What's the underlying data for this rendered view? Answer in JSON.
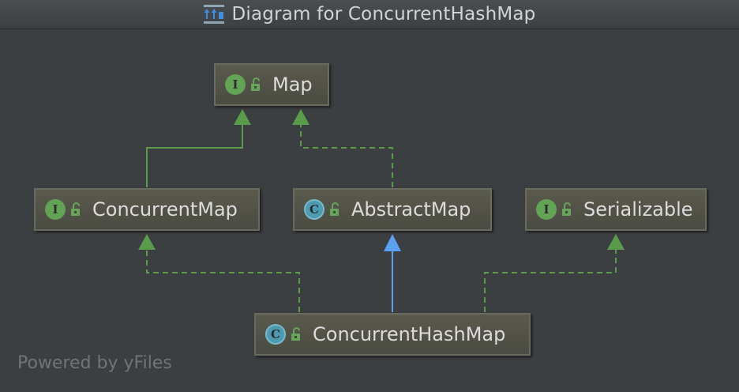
{
  "window": {
    "title": "Diagram for ConcurrentHashMap",
    "title_icon": "class-diagram-icon"
  },
  "diagram": {
    "nodes": {
      "map": {
        "kind": "I",
        "label": "Map"
      },
      "concurrent_map": {
        "kind": "I",
        "label": "ConcurrentMap"
      },
      "abstract_map": {
        "kind": "C",
        "label": "AbstractMap"
      },
      "serializable": {
        "kind": "I",
        "label": "Serializable"
      },
      "concurrent_hash_map": {
        "kind": "C",
        "label": "ConcurrentHashMap"
      }
    },
    "edges": [
      {
        "from": "ConcurrentMap",
        "to": "Map",
        "relation": "extends",
        "style": "solid-green"
      },
      {
        "from": "AbstractMap",
        "to": "Map",
        "relation": "implements",
        "style": "dashed-green"
      },
      {
        "from": "ConcurrentHashMap",
        "to": "ConcurrentMap",
        "relation": "implements",
        "style": "dashed-green"
      },
      {
        "from": "ConcurrentHashMap",
        "to": "AbstractMap",
        "relation": "extends",
        "style": "solid-blue"
      },
      {
        "from": "ConcurrentHashMap",
        "to": "Serializable",
        "relation": "implements",
        "style": "dashed-green"
      }
    ]
  },
  "footer": {
    "powered_by": "Powered by yFiles"
  },
  "colors": {
    "background": "#3c3f41",
    "node_fill": "#54554a",
    "interface_badge": "#62a356",
    "class_badge": "#4c9bb0",
    "edge_green": "#5a9b4c",
    "edge_blue": "#5aa2f0"
  }
}
